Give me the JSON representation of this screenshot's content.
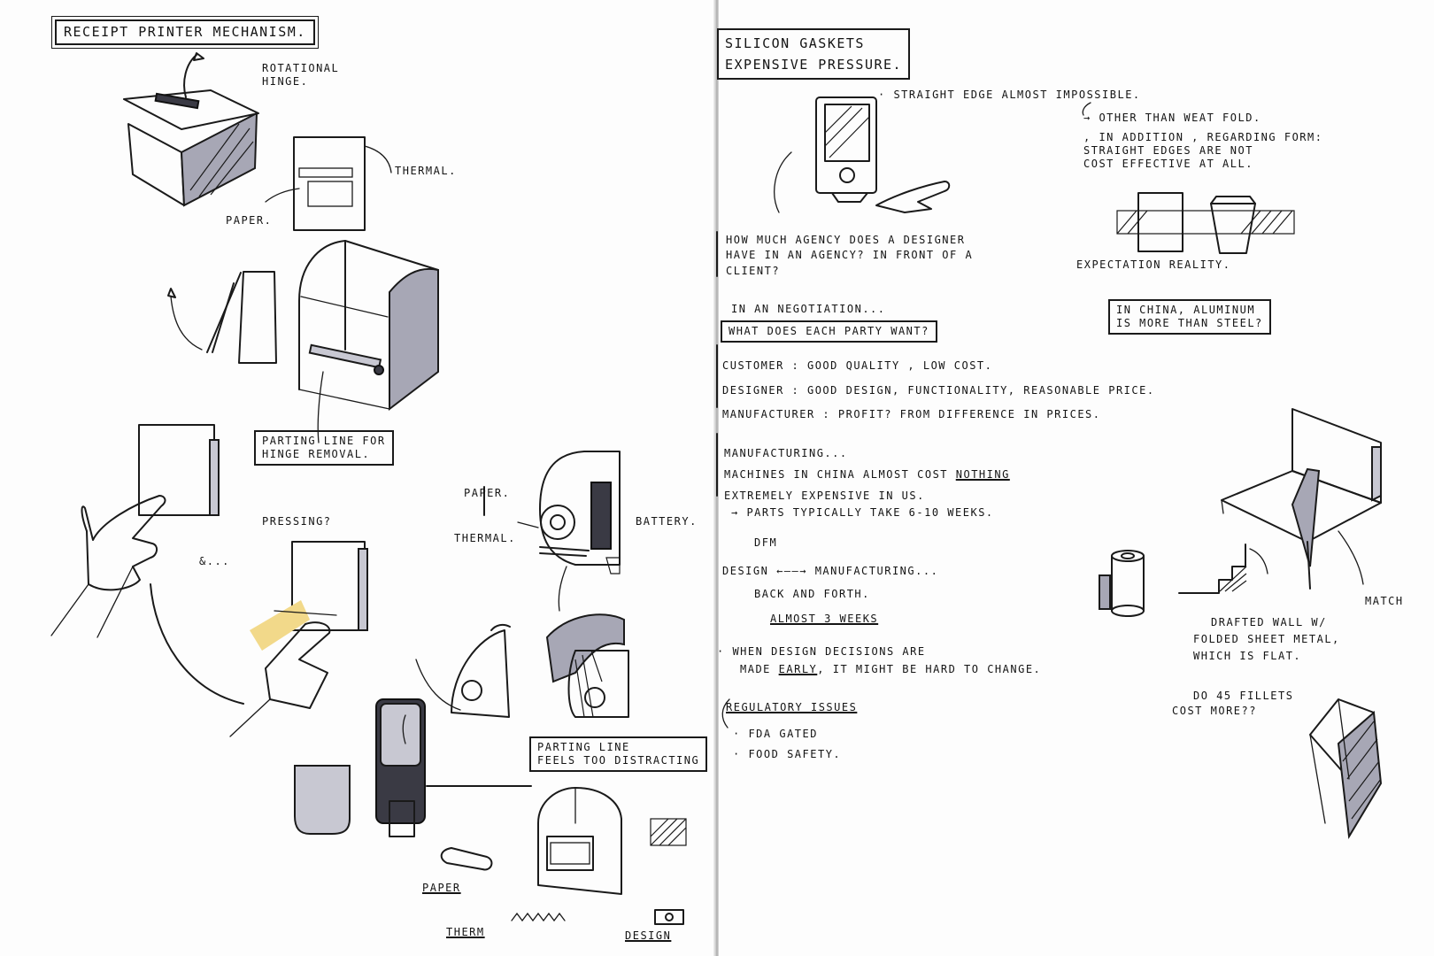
{
  "left": {
    "title": "RECEIPT PRINTER MECHANISM.",
    "rotational_hinge": [
      "ROTATIONAL",
      "HINGE."
    ],
    "thermal_1": "THERMAL.",
    "paper_1": "PAPER.",
    "parting_line_box": [
      "PARTING LINE FOR",
      "HINGE REMOVAL."
    ],
    "pressing": "PRESSING?",
    "ellipsis": "&...",
    "paper_2": "PAPER.",
    "thermal_2": "THERMAL.",
    "battery": "BATTERY.",
    "parting_line_2": [
      "PARTING LINE",
      "FEELS TOO DISTRACTING"
    ],
    "paper_3": "PAPER",
    "therm": "THERM",
    "design": "DESIGN"
  },
  "right": {
    "title": [
      "SILICON GASKETS",
      "EXPENSIVE PRESSURE."
    ],
    "straight_edge": "· STRAIGHT EDGE ALMOST IMPOSSIBLE.",
    "other_than": "→ OTHER THAN WEAT FOLD.",
    "in_addition": [
      ", IN ADDITION , REGARDING FORM:",
      "STRAIGHT EDGES ARE NOT",
      "COST EFFECTIVE AT ALL."
    ],
    "agency_question": [
      "HOW MUCH AGENCY DOES A DESIGNER",
      "HAVE IN AN AGENCY? IN FRONT OF A",
      "CLIENT?"
    ],
    "expectation_reality": "EXPECTATION REALITY.",
    "negotiation": "IN AN NEGOTIATION...",
    "each_party": "WHAT DOES EACH PARTY WANT?",
    "china_aluminum": [
      "IN CHINA, ALUMINUM",
      "IS MORE THAN STEEL?"
    ],
    "parties": [
      "CUSTOMER : GOOD QUALITY , LOW COST.",
      "DESIGNER : GOOD DESIGN, FUNCTIONALITY, REASONABLE PRICE.",
      "MANUFACTURER : PROFIT? FROM DIFFERENCE IN PRICES."
    ],
    "manufacturing": [
      "MANUFACTURING...",
      "MACHINES IN CHINA ALMOST COST",
      "NOTHING",
      "EXTREMELY EXPENSIVE IN US."
    ],
    "parts_take": "→ PARTS TYPICALLY TAKE 6-10 WEEKS.",
    "dfm": "DFM",
    "design_mfg": "DESIGN ←——→ MANUFACTURING...",
    "back_forth": "BACK AND FORTH.",
    "three_weeks": "ALMOST 3 WEEKS",
    "when_design": [
      "· WHEN DESIGN DECISIONS ARE",
      "MADE",
      "EARLY",
      ", IT MIGHT BE HARD TO CHANGE."
    ],
    "regulatory": "REGULATORY ISSUES",
    "reg_items": [
      "· FDA GATED",
      "· FOOD SAFETY."
    ],
    "match": "MATCH",
    "drafted_wall": [
      "DRAFTED WALL W/",
      "FOLDED SHEET METAL,",
      "WHICH IS FLAT."
    ],
    "fillets": [
      "DO 45 FILLETS",
      "COST MORE??"
    ]
  }
}
